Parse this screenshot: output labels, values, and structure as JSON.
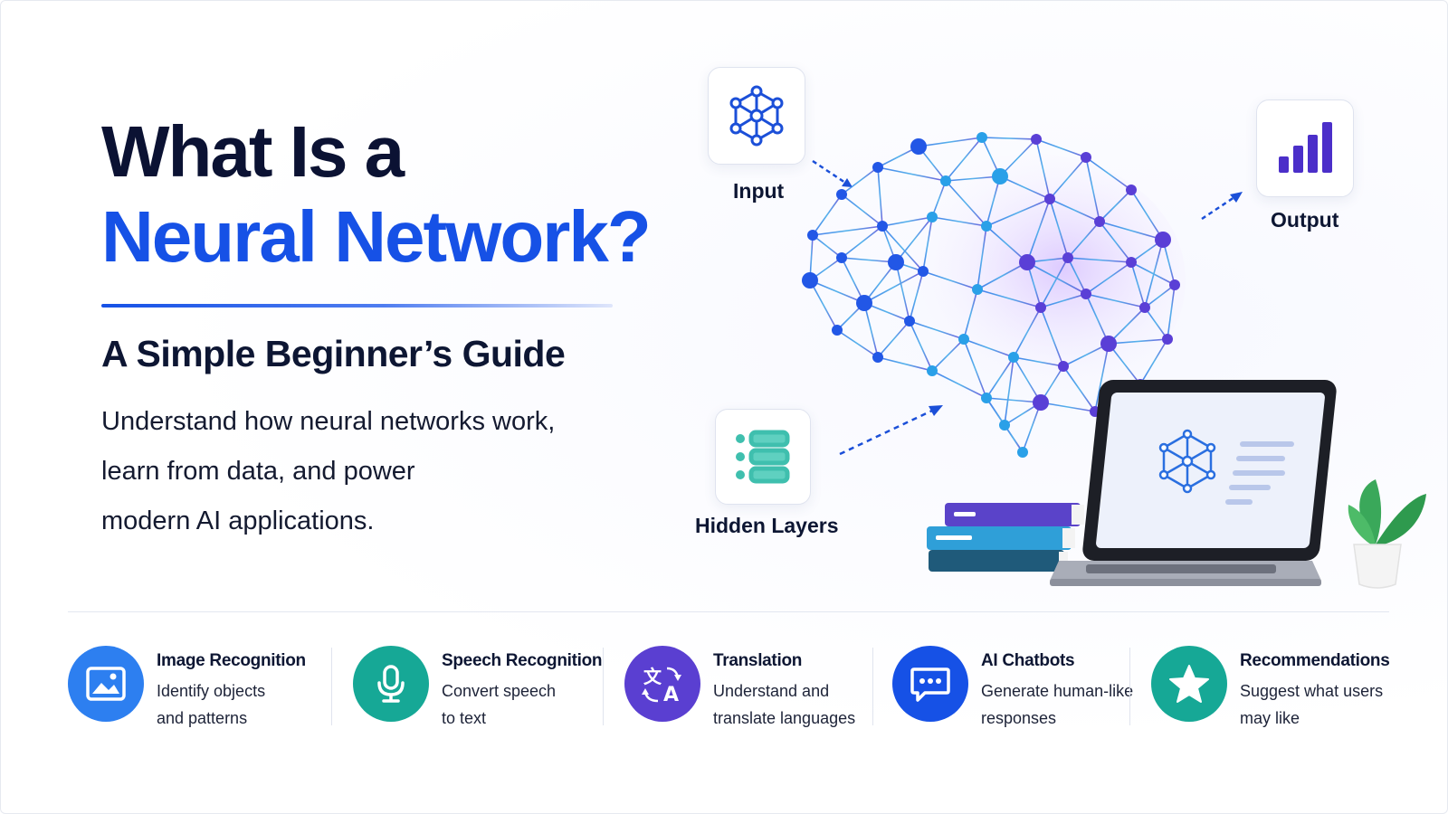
{
  "title": {
    "line1": "What Is a",
    "line2": "Neural Network?",
    "subtitle": "A Simple Beginner’s Guide",
    "description": [
      "Understand how neural networks work,",
      "learn from data, and power",
      "modern AI applications."
    ]
  },
  "diagram": {
    "input_label": "Input",
    "hidden_label": "Hidden Layers",
    "output_label": "Output"
  },
  "colors": {
    "brand_blue": "#1651e6",
    "teal": "#16a896",
    "purple": "#5a3fd1",
    "dark": "#0b1233"
  },
  "features": [
    {
      "icon": "image-icon",
      "title": "Image Recognition",
      "line1": "Identify objects",
      "line2": "and patterns",
      "color": "#2d7ff0"
    },
    {
      "icon": "microphone-icon",
      "title": "Speech Recognition",
      "line1": "Convert speech",
      "line2": "to text",
      "color": "#16a896"
    },
    {
      "icon": "translate-icon",
      "title": "Translation",
      "line1": "Understand and",
      "line2": "translate languages",
      "color": "#5a3fd1"
    },
    {
      "icon": "chat-icon",
      "title": "AI Chatbots",
      "line1": "Generate human-like",
      "line2": "responses",
      "color": "#1651e6"
    },
    {
      "icon": "star-icon",
      "title": "Recommendations",
      "line1": "Suggest what users",
      "line2": "may like",
      "color": "#16a896"
    }
  ]
}
